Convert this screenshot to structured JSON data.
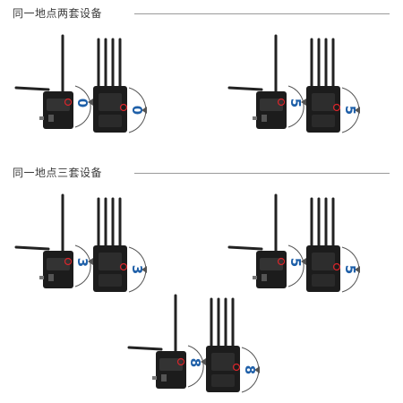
{
  "sections": [
    {
      "title": "同一地点两套设备"
    },
    {
      "title": "同一地点三套设备"
    }
  ],
  "channels": {
    "pair_1": "0",
    "pair_2": "5",
    "pair_3": "3",
    "pair_4": "5",
    "pair_5": "8"
  },
  "colors": {
    "channel_digit": "#1e5fa8",
    "indicator_circle": "#d9252b",
    "device_body": "#1c1c1c",
    "rule_line": "#9a9a9a"
  }
}
